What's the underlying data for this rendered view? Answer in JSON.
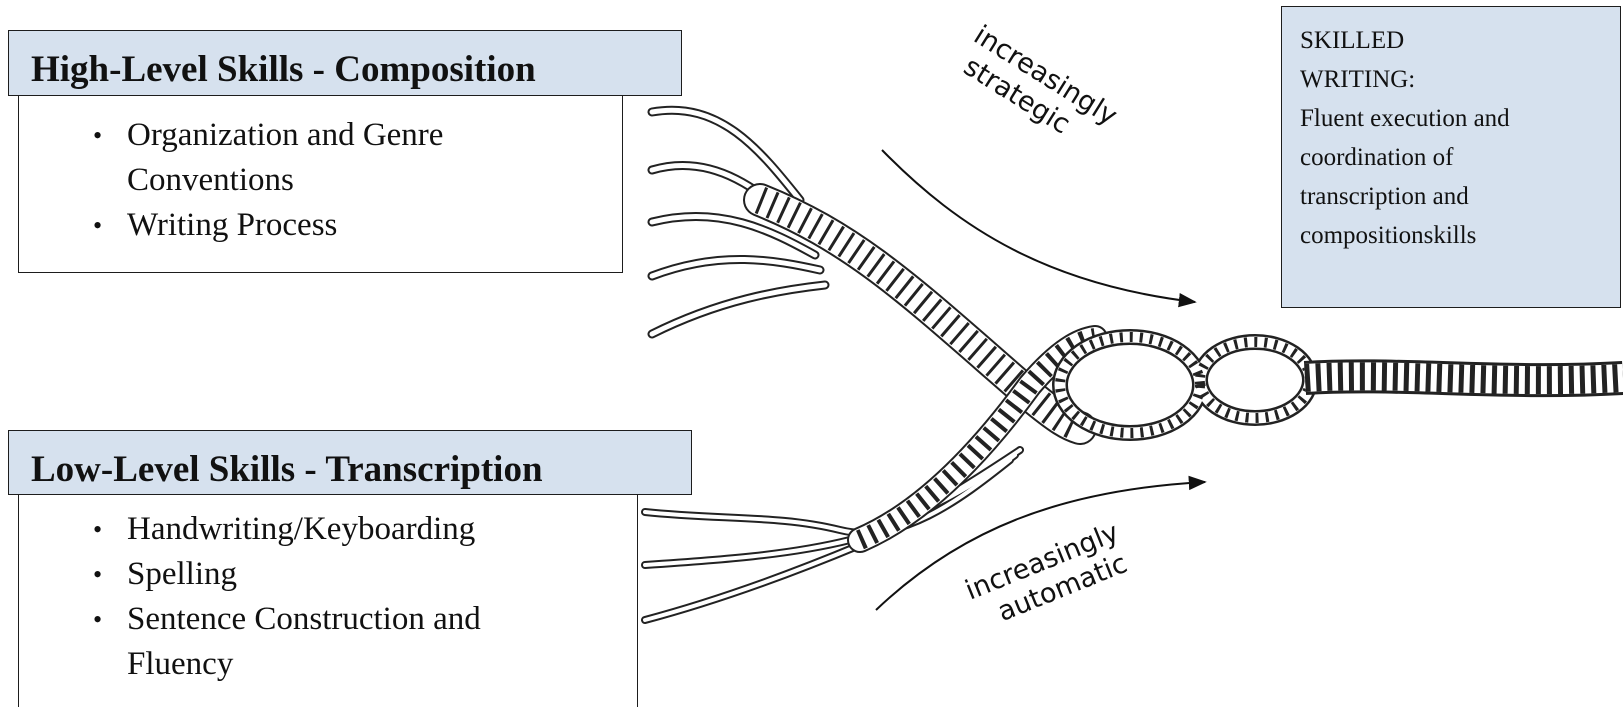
{
  "high": {
    "title": "High-Level Skills - Composition",
    "items": [
      {
        "lines": [
          "Organization and Genre",
          "Conventions"
        ]
      },
      {
        "lines": [
          "Writing Process"
        ]
      }
    ]
  },
  "low": {
    "title": "Low-Level Skills - Transcription",
    "items": [
      {
        "lines": [
          "Handwriting/Keyboarding"
        ]
      },
      {
        "lines": [
          "Spelling"
        ]
      },
      {
        "lines": [
          "Sentence Construction and",
          "Fluency"
        ]
      }
    ]
  },
  "skilled": {
    "lines": [
      "SKILLED",
      "WRITING:",
      "Fluent execution and",
      "coordination of",
      "transcription and",
      "compositionskills"
    ]
  },
  "arrows": {
    "top": {
      "line1": "increasingly",
      "line2": "strategic"
    },
    "bottom": {
      "line1": "increasingly",
      "line2": "automatic"
    }
  },
  "bullet_char": "•"
}
